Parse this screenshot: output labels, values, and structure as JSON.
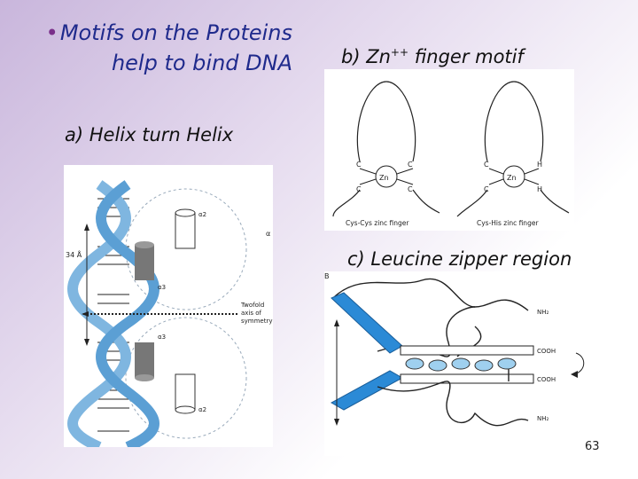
{
  "slide": {
    "title_bullet": "•",
    "title_line1": "Motifs on the Proteins",
    "title_line2": "help to bind DNA",
    "zinc_heading": "b) Zn",
    "zinc_superscript": "++",
    "zinc_heading_rest": " finger motif",
    "helix_heading": "a) Helix turn Helix",
    "leucine_heading": "c) Leucine zipper region",
    "page_number": "63"
  },
  "helix_figure": {
    "distance_label": "34 Å",
    "label_alpha": "α",
    "label_alpha2_top": "α2",
    "label_alpha3_top": "α3",
    "label_alpha3_bottom": "α3",
    "label_alpha2_bottom": "α2",
    "axis_label_line1": "Twofold",
    "axis_label_line2": "axis of",
    "axis_label_line3": "symmetry"
  },
  "zinc_figure": {
    "left_zn": "Zn",
    "right_zn": "Zn",
    "left_c1": "C",
    "left_c2": "C",
    "left_c3": "C",
    "left_c4": "C",
    "right_c1": "C",
    "right_c2": "C",
    "right_h1": "H",
    "right_h2": "H",
    "left_caption": "Cys-Cys zinc finger",
    "right_caption": "Cys-His zinc finger"
  },
  "leucine_figure": {
    "panel_letter": "B",
    "nh2_top": "NH₂",
    "cooh_top": "COOH",
    "cooh_bottom": "COOH",
    "nh2_bottom": "NH₂"
  }
}
